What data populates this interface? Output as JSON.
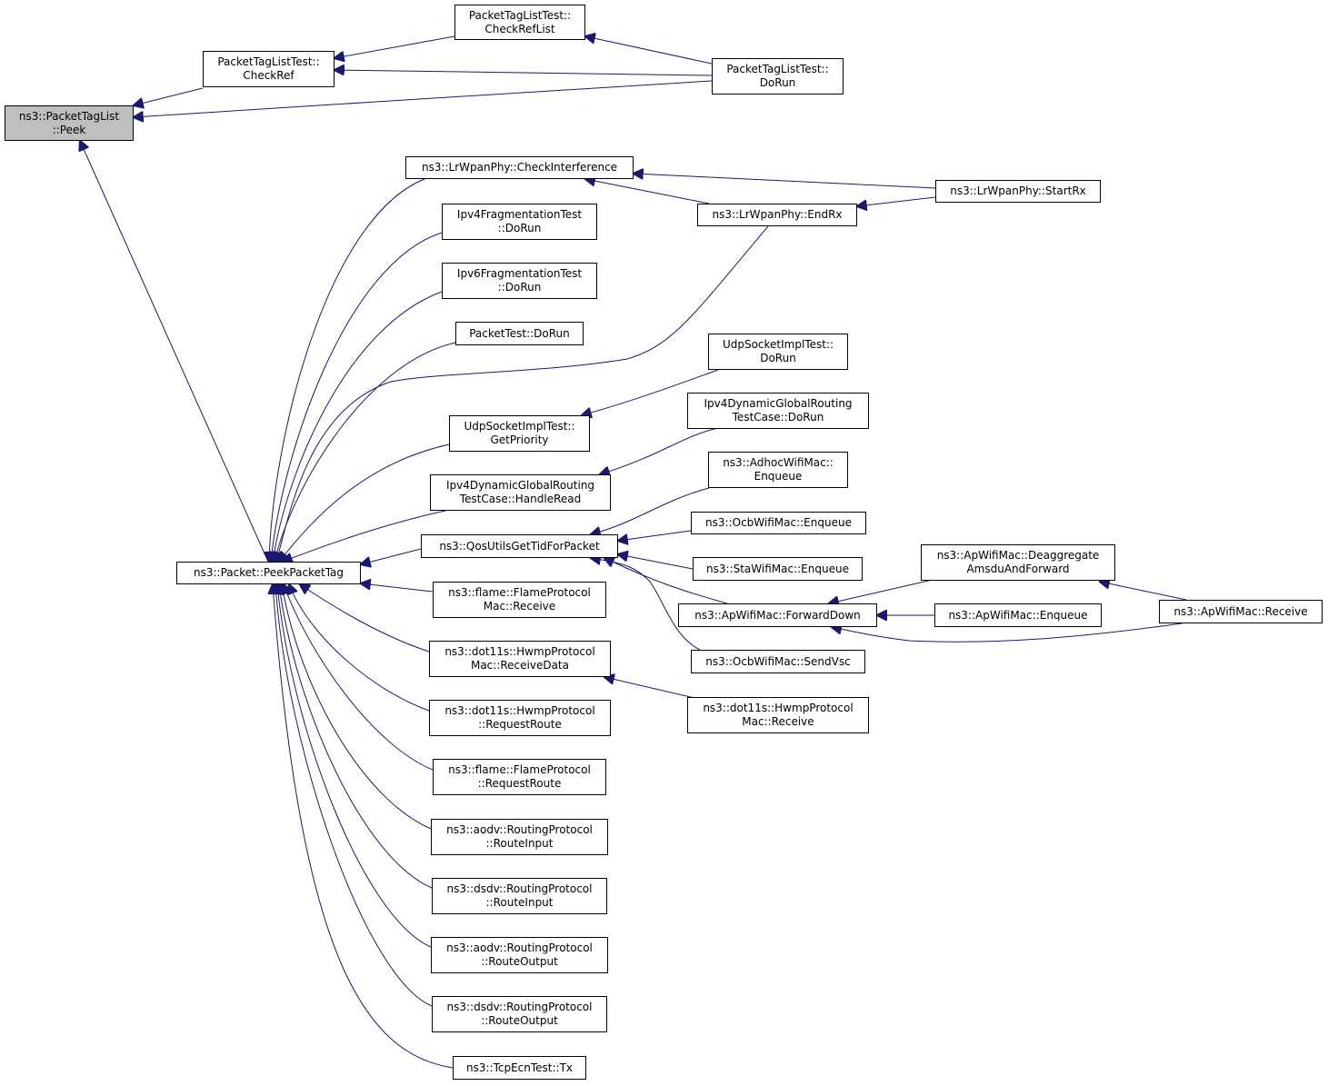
{
  "graph": {
    "edge_color": "#191970",
    "root_fill": "#bfbfbf",
    "nodes": [
      {
        "id": "peek",
        "label": "ns3::PacketTagList\n::Peek",
        "root": true
      },
      {
        "id": "checkref",
        "label": "PacketTagListTest::\nCheckRef"
      },
      {
        "id": "checkreflist",
        "label": "PacketTagListTest::\nCheckRefList"
      },
      {
        "id": "pt_dorun",
        "label": "PacketTagListTest::\nDoRun"
      },
      {
        "id": "peekpackettag",
        "label": "ns3::Packet::PeekPacketTag"
      },
      {
        "id": "checkinterference",
        "label": "ns3::LrWpanPhy::CheckInterference"
      },
      {
        "id": "startrx",
        "label": "ns3::LrWpanPhy::StartRx"
      },
      {
        "id": "endrx",
        "label": "ns3::LrWpanPhy::EndRx"
      },
      {
        "id": "ipv4frag",
        "label": "Ipv4FragmentationTest\n::DoRun"
      },
      {
        "id": "ipv6frag",
        "label": "Ipv6FragmentationTest\n::DoRun"
      },
      {
        "id": "packettest",
        "label": "PacketTest::DoRun"
      },
      {
        "id": "udp_dorun",
        "label": "UdpSocketImplTest::\nDoRun"
      },
      {
        "id": "udp_getprio",
        "label": "UdpSocketImplTest::\nGetPriority"
      },
      {
        "id": "ipv4dyn_dorun",
        "label": "Ipv4DynamicGlobalRouting\nTestCase::DoRun"
      },
      {
        "id": "ipv4dyn_handle",
        "label": "Ipv4DynamicGlobalRouting\nTestCase::HandleRead"
      },
      {
        "id": "adhoc_enq",
        "label": "ns3::AdhocWifiMac::\nEnqueue"
      },
      {
        "id": "qosutils",
        "label": "ns3::QosUtilsGetTidForPacket"
      },
      {
        "id": "ocb_enq",
        "label": "ns3::OcbWifiMac::Enqueue"
      },
      {
        "id": "sta_enq",
        "label": "ns3::StaWifiMac::Enqueue"
      },
      {
        "id": "ap_deagg",
        "label": "ns3::ApWifiMac::Deaggregate\nAmsduAndForward"
      },
      {
        "id": "ap_fwd",
        "label": "ns3::ApWifiMac::ForwardDown"
      },
      {
        "id": "ap_enq",
        "label": "ns3::ApWifiMac::Enqueue"
      },
      {
        "id": "ap_recv",
        "label": "ns3::ApWifiMac::Receive"
      },
      {
        "id": "ocb_sendvsc",
        "label": "ns3::OcbWifiMac::SendVsc"
      },
      {
        "id": "flame_recv",
        "label": "ns3::flame::FlameProtocol\nMac::Receive"
      },
      {
        "id": "hwmp_recvdata",
        "label": "ns3::dot11s::HwmpProtocol\nMac::ReceiveData"
      },
      {
        "id": "hwmp_recv",
        "label": "ns3::dot11s::HwmpProtocol\nMac::Receive"
      },
      {
        "id": "hwmp_reqroute",
        "label": "ns3::dot11s::HwmpProtocol\n::RequestRoute"
      },
      {
        "id": "flame_reqroute",
        "label": "ns3::flame::FlameProtocol\n::RequestRoute"
      },
      {
        "id": "aodv_input",
        "label": "ns3::aodv::RoutingProtocol\n::RouteInput"
      },
      {
        "id": "dsdv_input",
        "label": "ns3::dsdv::RoutingProtocol\n::RouteInput"
      },
      {
        "id": "aodv_output",
        "label": "ns3::aodv::RoutingProtocol\n::RouteOutput"
      },
      {
        "id": "dsdv_output",
        "label": "ns3::dsdv::RoutingProtocol\n::RouteOutput"
      },
      {
        "id": "tcpecn",
        "label": "ns3::TcpEcnTest::Tx"
      }
    ],
    "edges": [
      {
        "from": "checkref",
        "to": "peek"
      },
      {
        "from": "pt_dorun",
        "to": "peek"
      },
      {
        "from": "peekpackettag",
        "to": "peek"
      },
      {
        "from": "checkreflist",
        "to": "checkref"
      },
      {
        "from": "pt_dorun",
        "to": "checkref"
      },
      {
        "from": "pt_dorun",
        "to": "checkreflist"
      },
      {
        "from": "startrx",
        "to": "checkinterference"
      },
      {
        "from": "endrx",
        "to": "checkinterference"
      },
      {
        "from": "startrx",
        "to": "endrx"
      },
      {
        "from": "checkinterference",
        "to": "peekpackettag"
      },
      {
        "from": "ipv4frag",
        "to": "peekpackettag"
      },
      {
        "from": "ipv6frag",
        "to": "peekpackettag"
      },
      {
        "from": "packettest",
        "to": "peekpackettag"
      },
      {
        "from": "endrx",
        "to": "peekpackettag"
      },
      {
        "from": "udp_getprio",
        "to": "peekpackettag"
      },
      {
        "from": "udp_dorun",
        "to": "udp_getprio"
      },
      {
        "from": "ipv4dyn_handle",
        "to": "peekpackettag"
      },
      {
        "from": "ipv4dyn_dorun",
        "to": "ipv4dyn_handle"
      },
      {
        "from": "qosutils",
        "to": "peekpackettag"
      },
      {
        "from": "adhoc_enq",
        "to": "qosutils"
      },
      {
        "from": "ocb_enq",
        "to": "qosutils"
      },
      {
        "from": "sta_enq",
        "to": "qosutils"
      },
      {
        "from": "ap_fwd",
        "to": "qosutils"
      },
      {
        "from": "ocb_sendvsc",
        "to": "qosutils"
      },
      {
        "from": "ap_deagg",
        "to": "ap_fwd"
      },
      {
        "from": "ap_enq",
        "to": "ap_fwd"
      },
      {
        "from": "ap_recv",
        "to": "ap_fwd"
      },
      {
        "from": "ap_recv",
        "to": "ap_deagg"
      },
      {
        "from": "flame_recv",
        "to": "peekpackettag"
      },
      {
        "from": "hwmp_recvdata",
        "to": "peekpackettag"
      },
      {
        "from": "hwmp_recv",
        "to": "hwmp_recvdata"
      },
      {
        "from": "hwmp_reqroute",
        "to": "peekpackettag"
      },
      {
        "from": "flame_reqroute",
        "to": "peekpackettag"
      },
      {
        "from": "aodv_input",
        "to": "peekpackettag"
      },
      {
        "from": "dsdv_input",
        "to": "peekpackettag"
      },
      {
        "from": "aodv_output",
        "to": "peekpackettag"
      },
      {
        "from": "dsdv_output",
        "to": "peekpackettag"
      },
      {
        "from": "tcpecn",
        "to": "peekpackettag"
      }
    ]
  }
}
